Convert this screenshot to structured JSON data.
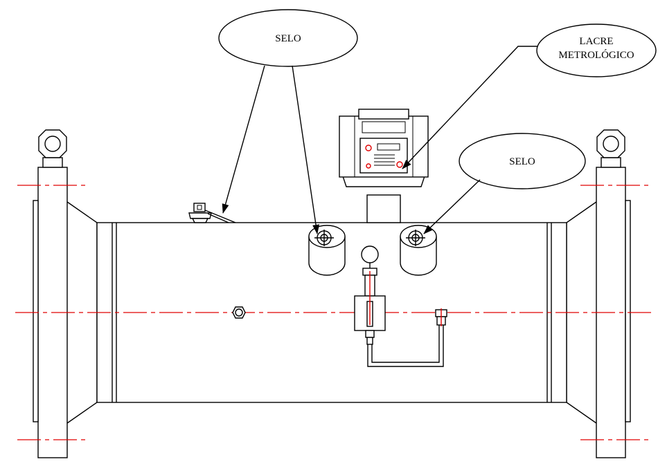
{
  "callouts": {
    "selo_top": "SELO",
    "lacre_line1": "LACRE",
    "lacre_line2": "METROLÓGICO",
    "selo_right": "SELO"
  }
}
